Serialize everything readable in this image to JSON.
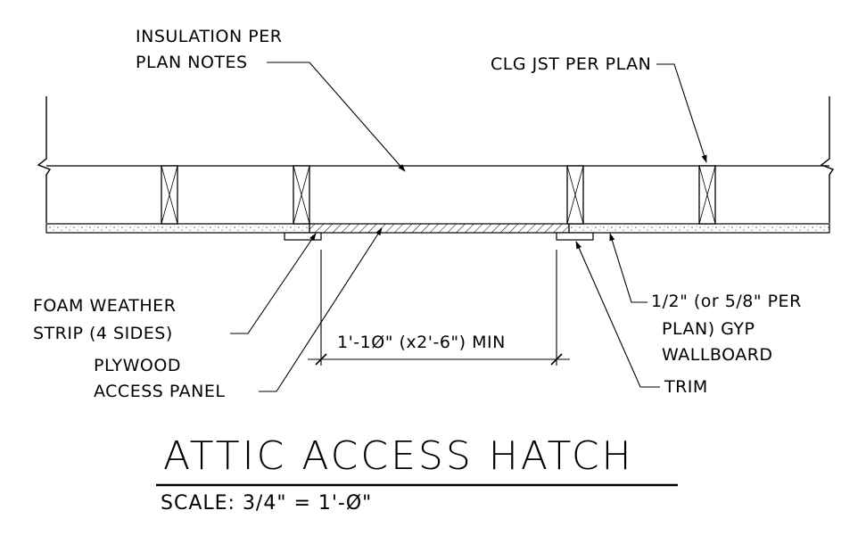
{
  "drawing": {
    "title": "ATTIC ACCESS HATCH",
    "scale": "SCALE: 3/4\" = 1'-Ø\""
  },
  "labels": {
    "insulation_line1": "INSULATION PER",
    "insulation_line2": "PLAN NOTES",
    "clg_jst": "CLG JST PER PLAN",
    "foam_line1": "FOAM WEATHER",
    "foam_line2": "STRIP (4 SIDES)",
    "gyp_line1": "1/2\" (or 5/8\" PER",
    "gyp_line2": "PLAN) GYP",
    "gyp_line3": "WALLBOARD",
    "dimension": "1'-1Ø\" (x2'-6\") MIN",
    "plywood_line1": "PLYWOOD",
    "plywood_line2": "ACCESS PANEL",
    "trim": "TRIM"
  }
}
